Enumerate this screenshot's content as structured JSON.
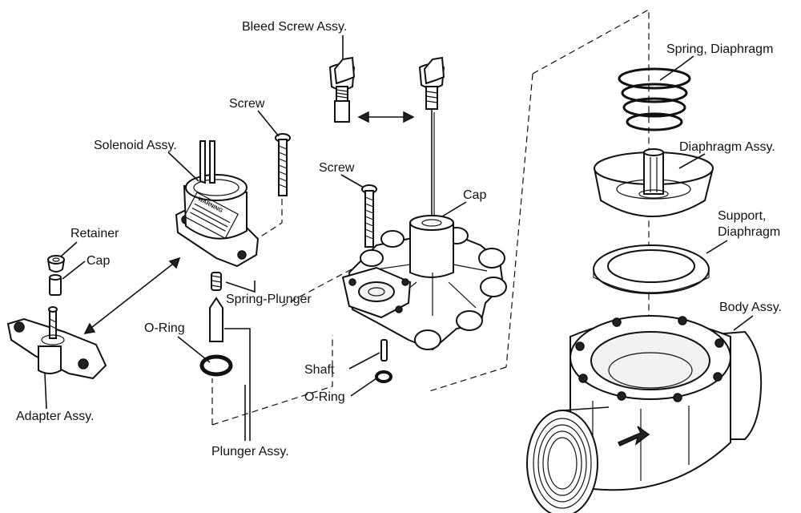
{
  "labels": {
    "bleed_screw": "Bleed Screw Assy.",
    "spring_diaphragm": "Spring, Diaphragm",
    "diaphragm_assy": "Diaphragm Assy.",
    "support_line1": "Support,",
    "support_line2": "Diaphragm",
    "body_assy": "Body Assy.",
    "screw_left": "Screw",
    "screw_mid": "Screw",
    "solenoid": "Solenoid Assy.",
    "retainer": "Retainer",
    "cap_left": "Cap",
    "cap_mid": "Cap",
    "spring_plunger": "Spring-Plunger",
    "o_ring_left": "O-Ring",
    "o_ring_mid": "O-Ring",
    "shaft": "Shaft",
    "adapter": "Adapter Assy.",
    "plunger": "Plunger Assy.",
    "warning_text": "WARNING"
  }
}
